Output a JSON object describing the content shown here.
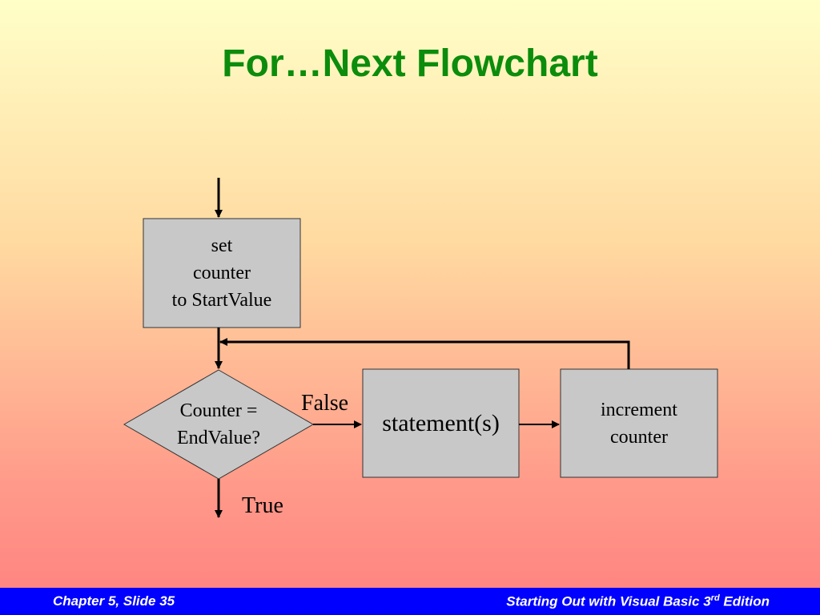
{
  "slide": {
    "title": "For…Next Flowchart"
  },
  "flowchart": {
    "init_box": "set\ncounter\nto StartValue",
    "decision": "Counter =\nEndValue?",
    "statements_box": "statement(s)",
    "increment_box": "increment\ncounter",
    "false_label": "False",
    "true_label": "True"
  },
  "footer": {
    "left": "Chapter 5, Slide 35",
    "right_main": "Starting Out with Visual Basic 3",
    "right_sup": "rd",
    "right_tail": " Edition"
  },
  "colors": {
    "title": "#0c8c0c",
    "box_fill": "#c8c8c8",
    "footer_bg": "#0000ff"
  }
}
